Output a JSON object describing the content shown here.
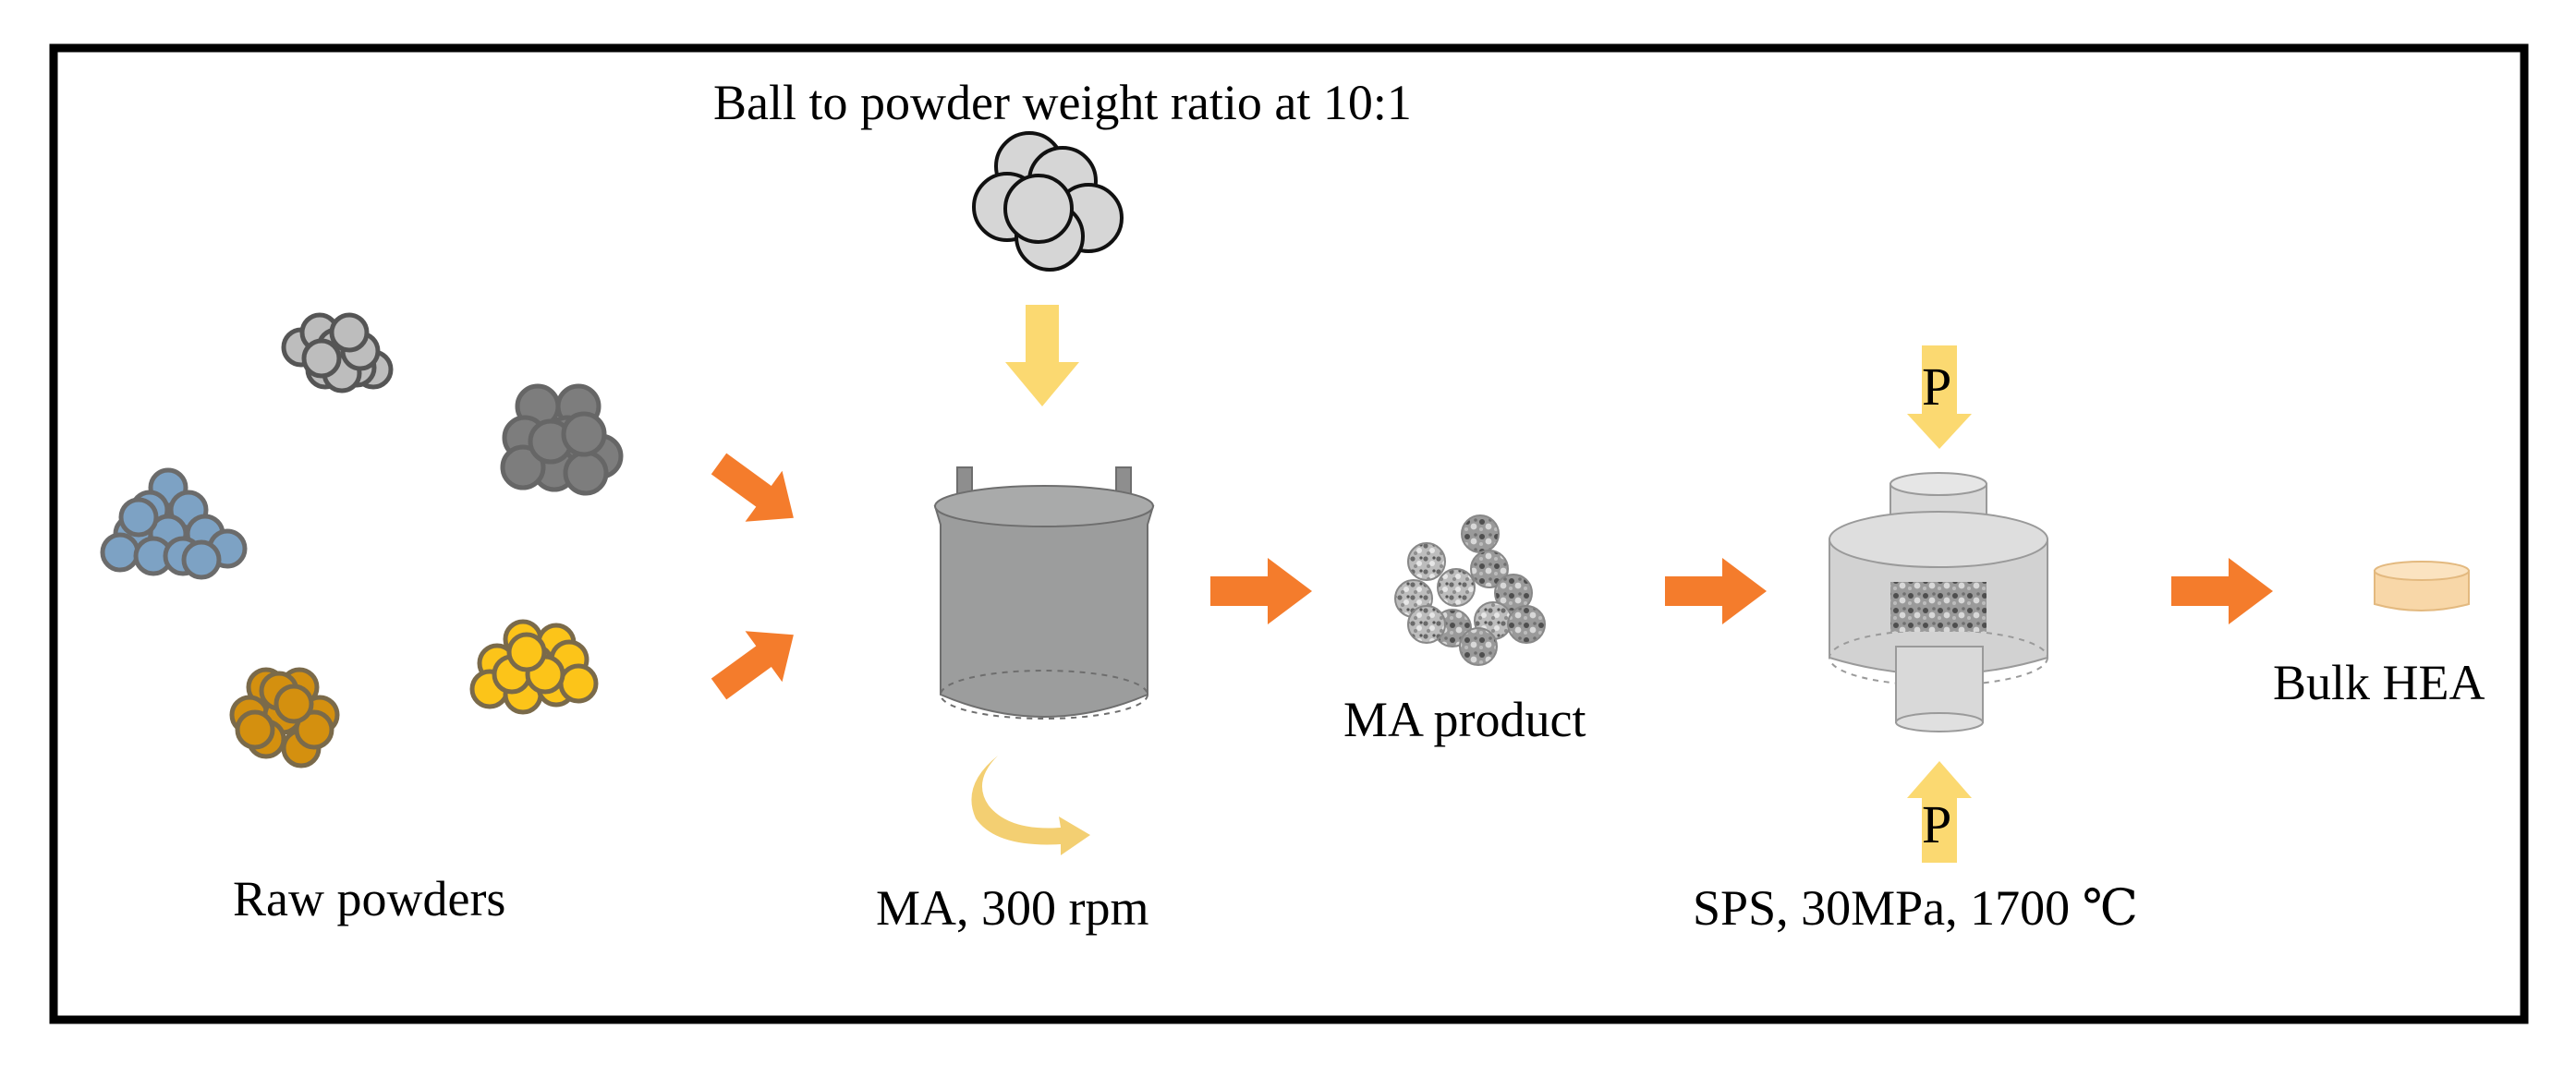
{
  "labels": {
    "ball_ratio": "Ball to powder weight ratio at 10:1",
    "raw_powders": "Raw powders",
    "ma_conditions": "MA, 300 rpm",
    "ma_product": "MA product",
    "sps_conditions": "SPS, 30MPa, 1700 ℃",
    "bulk_hea": "Bulk HEA",
    "pressure_top": "P",
    "pressure_bottom": "P"
  },
  "colors": {
    "frame": "#000000",
    "process_arrow": "#f47c2c",
    "pressure_arrow": "#fbd971",
    "rotation_arrow": "#f3cf72",
    "powder_blue": "#7da2c4",
    "powder_light_gray": "#bdbdbd",
    "powder_dark_gray": "#7d7d7d",
    "powder_amber": "#d4900f",
    "powder_yellow": "#fcc419",
    "milling_ball": "#d6d6d6",
    "jar": "#9c9d9d",
    "sps_die": "#d2d2d2",
    "bulk_disc": "#f8d7a8"
  }
}
